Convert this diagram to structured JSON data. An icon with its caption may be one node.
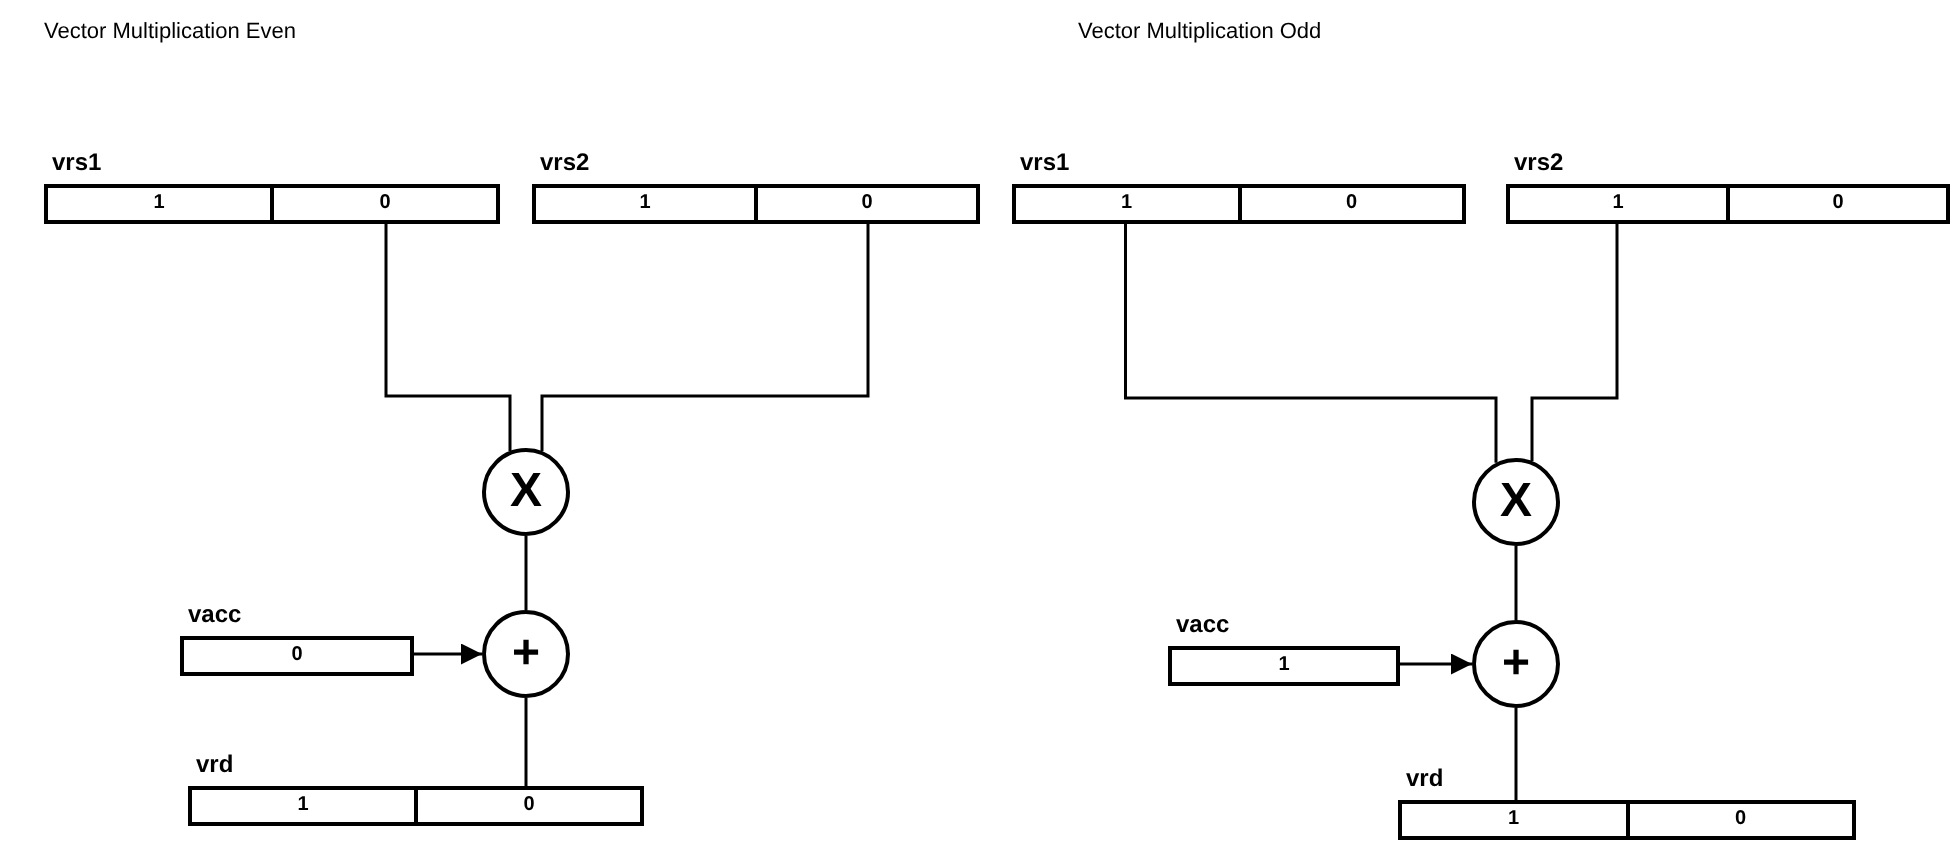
{
  "diagram": {
    "nodes": [
      {
        "text": [
          "vrs1"
        ]
      },
      {
        "text": [
          "1"
        ],
        "in": 0
      },
      {
        "text": [
          "0"
        ],
        "in": 0
      },
      {
        "text": [
          "vrs2"
        ]
      },
      {
        "text": [
          "1"
        ],
        "in": 3
      },
      {
        "text": [
          "0"
        ],
        "in": 3
      },
      {
        "text": [
          "X"
        ]
      },
      {
        "text": [
          "vacc",
          "0"
        ]
      },
      {
        "text": [
          "+"
        ]
      },
      {
        "text": [
          "vrd"
        ]
      },
      {
        "text": [
          "1"
        ],
        "in": 9
      },
      {
        "text": [
          "0"
        ],
        "in": 9
      },
      {
        "text": [
          "vrs1"
        ]
      },
      {
        "text": [
          "1"
        ],
        "in": 12
      },
      {
        "text": [
          "0"
        ],
        "in": 12
      },
      {
        "text": [
          "vrs2"
        ]
      },
      {
        "text": [
          "1"
        ],
        "in": 15
      },
      {
        "text": [
          "0"
        ],
        "in": 15
      },
      {
        "text": [
          "X"
        ]
      },
      {
        "text": [
          "vacc",
          "1"
        ]
      },
      {
        "text": [
          "+"
        ]
      },
      {
        "text": [
          "vrd"
        ]
      },
      {
        "text": [
          "1"
        ],
        "in": 21
      },
      {
        "text": [
          "0"
        ],
        "in": 21
      }
    ],
    "edges": [
      {
        "from": 2,
        "to": 6,
        "arrow": "none"
      },
      {
        "from": 5,
        "to": 6,
        "arrow": "none"
      },
      {
        "from": 6,
        "to": 8,
        "arrow": "none"
      },
      {
        "from": 7,
        "to": 8,
        "arrow": "to"
      },
      {
        "from": 8,
        "to": 11,
        "arrow": "none"
      },
      {
        "from": 13,
        "to": 18,
        "arrow": "none"
      },
      {
        "from": 16,
        "to": 18,
        "arrow": "none"
      },
      {
        "from": 18,
        "to": 20,
        "arrow": "none"
      },
      {
        "from": 19,
        "to": 20,
        "arrow": "to"
      },
      {
        "from": 20,
        "to": 22,
        "arrow": "none"
      }
    ],
    "labels": [
      "Vector Multiplication Even",
      "Vector Multiplication Odd"
    ]
  }
}
